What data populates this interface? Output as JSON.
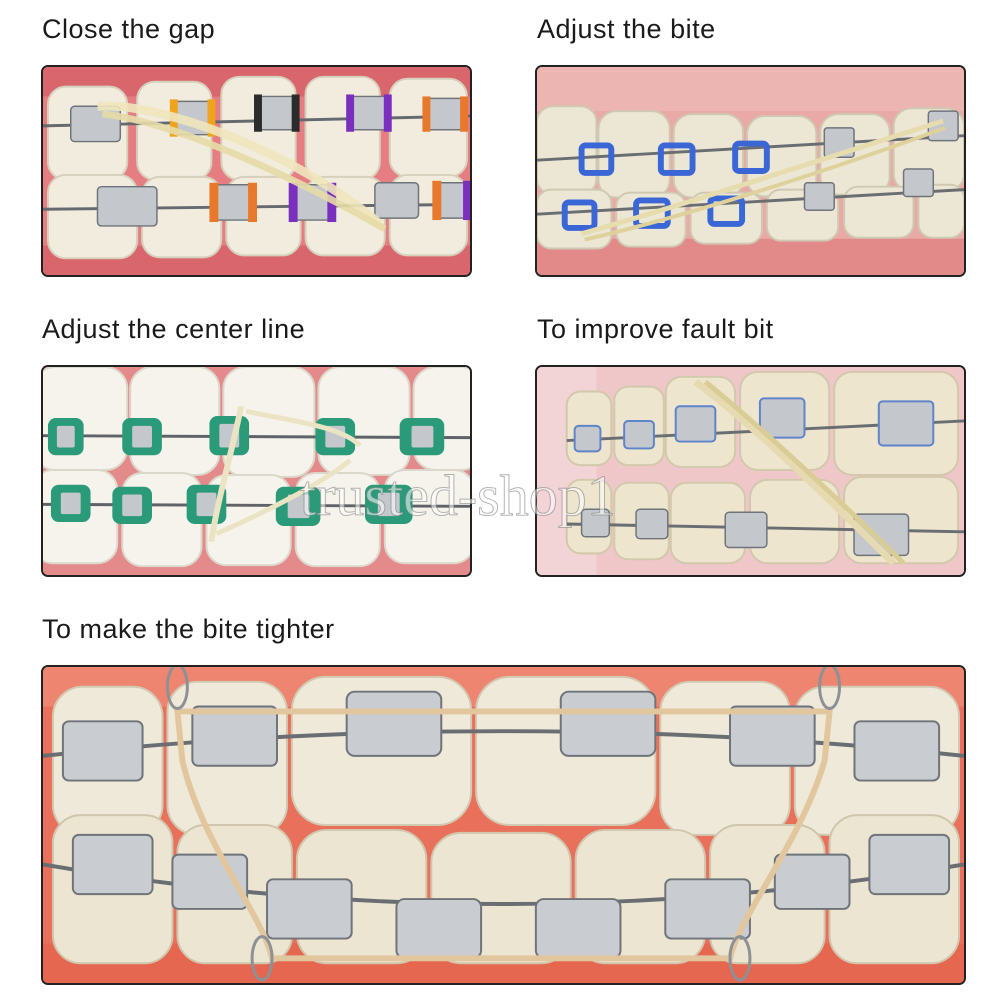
{
  "panels": [
    {
      "caption": "Close the gap",
      "icon": "upper-lower-bracket-row-photo"
    },
    {
      "caption": "Adjust the bite",
      "icon": "side-bite-photo"
    },
    {
      "caption": "Adjust the center line",
      "icon": "front-teeth-midline-photo"
    },
    {
      "caption": "To improve fault bit",
      "icon": "angled-elastic-photo"
    },
    {
      "caption": "To make the bite tighter",
      "icon": "full-arch-box-elastic-photo"
    }
  ],
  "watermark": "trusted-shop1",
  "colors": {
    "gum": "#e87a7e",
    "tooth": "#f3efe2",
    "bracket_metal": "#b9bdc3",
    "wire": "#6a6e73",
    "elastic": "#e8dcae",
    "ligature_orange": "#e8782b",
    "ligature_purple": "#7b2fbf",
    "ligature_blue": "#3a66d6",
    "ligature_green": "#2a9a78"
  }
}
